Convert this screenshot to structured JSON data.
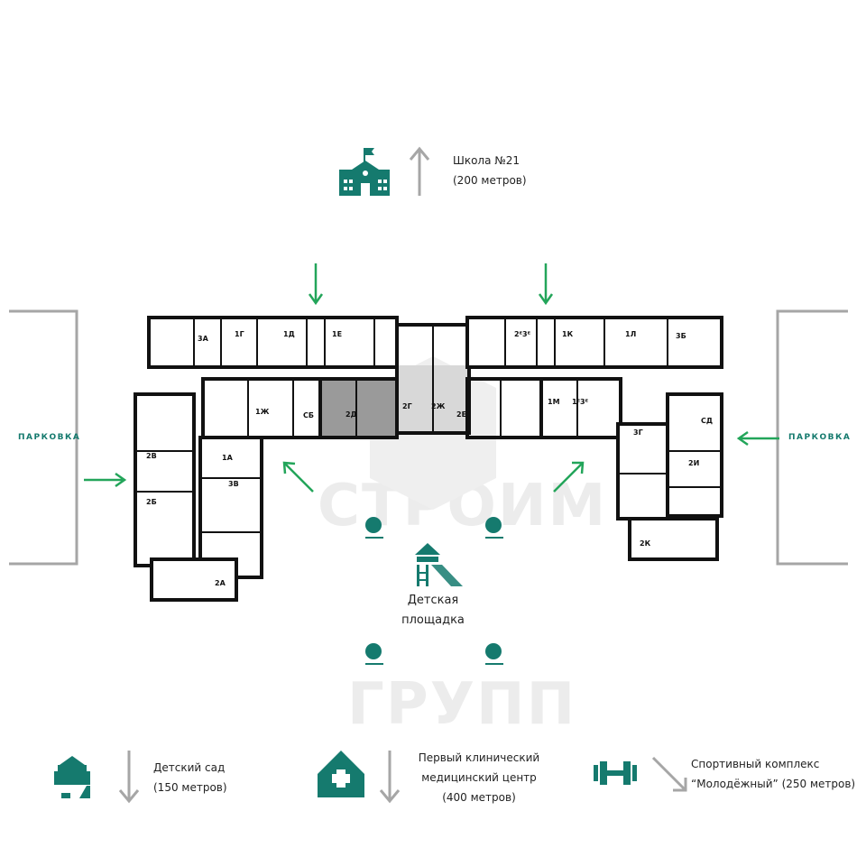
{
  "colors": {
    "accent": "#157a6e",
    "arrow_green": "#23a55a",
    "arrow_grey": "#a6a6a6",
    "wall": "#111111",
    "highlight": "#9a9a9a"
  },
  "watermark": {
    "line1": "СТРОИМ",
    "line2": "ГРУПП"
  },
  "school": {
    "icon": "school-icon",
    "line1": "Школа №21",
    "line2": "(200 метров)"
  },
  "parking": {
    "left": "ПАРКОВКА",
    "right": "ПАРКОВКА"
  },
  "playground": {
    "icon": "playground-icon",
    "line1": "Детская",
    "line2": "площадка"
  },
  "units": [
    "3А",
    "1Г",
    "1Д",
    "1Е",
    "2Д",
    "2Г",
    "2Ж",
    "2Е",
    "2ᴱ3ᴱ",
    "1К",
    "1Л",
    "3Б",
    "1Ж",
    "СБ",
    "1М",
    "1ᴱ3ᴱ",
    "СД",
    "3Г",
    "2И",
    "2К",
    "2В",
    "2Б",
    "1А",
    "3В",
    "2А"
  ],
  "amenities": [
    {
      "icon": "kindergarten-icon",
      "lines": [
        "Детский сад",
        "(150 метров)"
      ]
    },
    {
      "icon": "clinic-icon",
      "lines": [
        "Первый клинический",
        "медицинский центр",
        "(400 метров)"
      ]
    },
    {
      "icon": "dumbbell-icon",
      "lines": [
        "Спортивный комплекс",
        "“Молодёжный” (250 метров)"
      ]
    }
  ]
}
